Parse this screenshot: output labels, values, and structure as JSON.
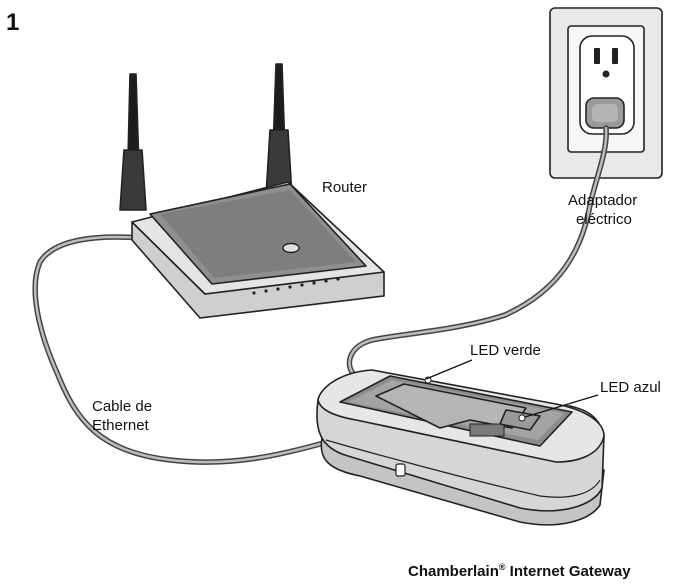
{
  "step_number": "1",
  "labels": {
    "router": "Router",
    "adapter_line1": "Adaptador",
    "adapter_line2": "eléctrico",
    "led_green": "LED verde",
    "led_blue": "LED azul",
    "ethernet_line1": "Cable de",
    "ethernet_line2": "Ethernet"
  },
  "product": {
    "brand": "Chamberlain",
    "registered_mark": "®",
    "name": " Internet Gateway"
  },
  "colors": {
    "line": "#222222",
    "device_fill": "#d4d4d4",
    "device_top": "#8f8f8f",
    "wall_plate": "#e9e9e9",
    "cable": "#444444"
  }
}
